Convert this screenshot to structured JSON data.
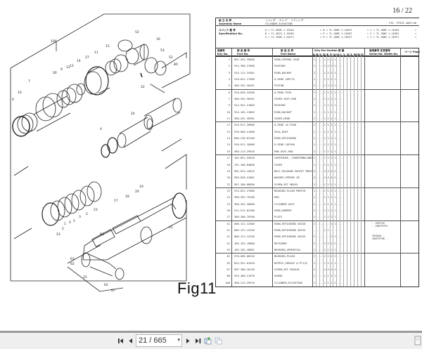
{
  "viewer": {
    "page_counter": "16 / 22",
    "figure_label": "Fig11"
  },
  "sheet_header": {
    "assembly_label_jp": "組 立 名 称",
    "assembly_label_en": "Assembly      Name",
    "assembly_name_jp": "シリンダ゛,エレベ゛ イティング゛",
    "assembly_name_en": "CYLINDER,ELEVATING",
    "fig_no": "FIG. PT591-4059-00",
    "spec_label_jp": "スペック 番 号",
    "spec_label_en": "Specification    No.",
    "spec_lines": [
      [
        "A < TL-380E-1-10181",
        "> B < TL-380F-1-10257",
        "> C < TL-380F-1-10163",
        ">"
      ],
      [
        "D < TL-381E-1-10281",
        "> E < TL-380F-1-10207",
        "> F < TL-380F-1-10361",
        ">"
      ],
      [
        "G < TL-780E-1-201F1",
        "> H < TL-380F-1-20257",
        "> I < TL-380F-1-201F1",
        ">"
      ]
    ]
  },
  "table": {
    "headers": {
      "key_no": "Key No.",
      "key_no_jp": "図番号",
      "part_no": "Part     No.",
      "part_no_jp": "部 品 番 号",
      "part_name": "Part      Name",
      "part_name_jp": "部 品 名 称",
      "qty_section": "Q'ty Per Section  数 量",
      "sections": [
        "A",
        "B",
        "C",
        "D",
        "E",
        "F",
        "G",
        "H",
        "I",
        "J",
        "K",
        "L",
        "M",
        "N",
        "O"
      ],
      "serial_no": "Serial No.  Width No.",
      "serial_no_jp": "適用番号 変更番号",
      "page": "ページ Page"
    },
    "rows": [
      {
        "key": "1",
        "part": "807-201-35040",
        "name": "RING,SPRING 5X48",
        "qty": [
          "1",
          "-",
          "-",
          "1",
          "1",
          "1",
          "1",
          "-",
          "-"
        ]
      },
      {
        "key": "2",
        "part": "914-368-27000",
        "name": "PACKING",
        "qty": [
          "1",
          "-",
          "-",
          "2",
          "2",
          "2",
          "2",
          "-",
          "-"
        ]
      },
      {
        "key": "3",
        "part": "914-112-24301",
        "name": "RING,BACKUP",
        "qty": [
          "2",
          "-",
          "-",
          "2",
          "2",
          "2",
          "2",
          "-",
          "-"
        ]
      },
      {
        "key": "4",
        "part": "910-021-17380",
        "name": "O-RING 18P175",
        "qty": [
          "1",
          "-",
          "-",
          "1",
          "1",
          "1",
          "1",
          "-",
          "-"
        ]
      },
      {
        "key": "5",
        "part": "360-201-30101",
        "name": "PISTON",
        "qty": [
          "1",
          "-",
          "-",
          "1",
          "1",
          "1",
          "1",
          "-",
          "-"
        ],
        "group_end": true
      },
      {
        "key": "6",
        "part": "910-020-25300",
        "name": "O-RING P255",
        "qty": [
          "1",
          "-",
          "-",
          "1",
          "1",
          "1",
          "1",
          "-",
          "-"
        ]
      },
      {
        "key": "7",
        "part": "360-201-30101",
        "name": "COVER ASSY,ROD",
        "qty": [
          "1",
          "-",
          "-",
          "1",
          "1",
          "1",
          "1",
          "-",
          "-"
        ]
      },
      {
        "key": "9",
        "part": "914-941-21003",
        "name": "PACKING",
        "qty": [
          "1",
          "-",
          "-",
          "1",
          "1",
          "1",
          "1",
          "-",
          "-"
        ]
      },
      {
        "key": "10",
        "part": "914-102-21003",
        "name": "RING,BACKUP",
        "qty": [
          "1",
          "-",
          "-",
          "1",
          "1",
          "1",
          "1",
          "-",
          "-"
        ]
      },
      {
        "key": "11",
        "part": "360-201-30301",
        "name": "COVER,HEAD",
        "qty": [
          "1",
          "-",
          "-",
          "1",
          "1",
          "1",
          "1",
          "-",
          "-"
        ],
        "group_end": true
      },
      {
        "key": "12",
        "part": "910-011-26000",
        "name": "O-RING 1A P260",
        "qty": [
          "1",
          "-",
          "-",
          "1",
          "1",
          "1",
          "1",
          "-",
          "-"
        ]
      },
      {
        "key": "13",
        "part": "916-600-21000",
        "name": "SEAL,DUST",
        "qty": [
          "1",
          "-",
          "-",
          "1",
          "1",
          "1",
          "1",
          "-",
          "-"
        ]
      },
      {
        "key": "14",
        "part": "806-220-02100",
        "name": "RING,RETAINING",
        "qty": [
          "1",
          "-",
          "-",
          "1",
          "1",
          "1",
          "1",
          "-",
          "-"
        ]
      },
      {
        "key": "15",
        "part": "910-011-16000",
        "name": "O-RING 1AP160",
        "qty": [
          "1",
          "-",
          "-",
          "1",
          "1",
          "1",
          "1",
          "-",
          "-"
        ]
      },
      {
        "key": "16",
        "part": "360-213-29520",
        "name": "END ASSY,ROD",
        "qty": [
          "1",
          "-",
          "-",
          "1",
          "1",
          "1",
          "1",
          "-",
          "-"
        ],
        "group_end": true
      },
      {
        "key": "17",
        "part": "162-651-53010",
        "name": "CARTRIDGE, COUNTERBALANCE",
        "qty": [
          "1",
          "-",
          "-",
          "1",
          "1",
          "1",
          "1",
          "-",
          "-"
        ]
      },
      {
        "key": "18",
        "part": "191-160-04800",
        "name": "COVER",
        "qty": [
          "1",
          "-",
          "-",
          "1",
          "1",
          "1",
          "1",
          "-",
          "-"
        ]
      },
      {
        "key": "19",
        "part": "901-015-15025",
        "name": "BOLT,HEXAGON SOCKET M8X25",
        "qty": [
          "4",
          "-",
          "-",
          "4",
          "4",
          "4",
          "4",
          "-",
          "-"
        ]
      },
      {
        "key": "20",
        "part": "903-020-41001",
        "name": "WASHER,SPRING 1M",
        "qty": [
          "4",
          "-",
          "-",
          "4",
          "4",
          "4",
          "4",
          "-",
          "-"
        ]
      },
      {
        "key": "22",
        "part": "907-200-08050",
        "name": "SCREW,SET M8X55",
        "qty": [
          "1",
          "-",
          "-",
          "1",
          "1",
          "1",
          "1",
          "-",
          "-"
        ],
        "group_end": true
      },
      {
        "key": "23",
        "part": "913-022-27000",
        "name": "BEARING,PLAIN PWP270",
        "qty": [
          "1",
          "-",
          "-",
          "1",
          "1",
          "1",
          "1",
          "-",
          "-"
        ]
      },
      {
        "key": "24",
        "part": "360-202-70100",
        "name": "ROD",
        "qty": [
          "1",
          "-",
          "-",
          "1",
          "1",
          "1",
          "1",
          "-",
          "-"
        ]
      },
      {
        "key": "25",
        "part": "360-201-30600",
        "name": "CYLINDER ASSY",
        "qty": [
          "1",
          "-",
          "-",
          "1",
          "1",
          "1",
          "1",
          "-",
          "-"
        ]
      },
      {
        "key": "26",
        "part": "912-511-02100",
        "name": "RING,DAMPER",
        "qty": [
          "1",
          "-",
          "-",
          "1",
          "1",
          "1",
          "1",
          "-",
          "-"
        ]
      },
      {
        "key": "27",
        "part": "360-200-70700",
        "name": "PLATE",
        "qty": [
          "1",
          "-",
          "-",
          "1",
          "1",
          "1",
          "1",
          "-",
          "-"
        ],
        "group_end": true
      },
      {
        "key": "41",
        "part": "806-121-12300",
        "name": "RING,RETAINING AR220",
        "qty": [
          "1",
          "-",
          "-",
          "-",
          "-",
          "1",
          "1",
          "-",
          "-"
        ],
        "serial": "- 335744\n- 20079791"
      },
      {
        "key": "41",
        "part": "806-121-12250",
        "name": "RING,RETAINING AR225",
        "qty": [
          "-",
          "-",
          "-",
          "1",
          "1",
          "-",
          "-",
          "-",
          "-"
        ]
      },
      {
        "key": "41",
        "part": "806-121-12250",
        "name": "RING,RETAINING AR225",
        "qty": [
          "1",
          "-",
          "-",
          "-",
          "-",
          "1",
          "1",
          "-",
          "-"
        ],
        "serial": "335045 -\n20079790 -"
      },
      {
        "key": "52",
        "part": "165-162-16800",
        "name": "RETAINER",
        "qty": [
          "2",
          "-",
          "-",
          "2",
          "2",
          "2",
          "2",
          "-",
          "-"
        ]
      },
      {
        "key": "53",
        "part": "165-162-18801",
        "name": "BEARING,SPHERICAL",
        "qty": [
          "1",
          "-",
          "-",
          "1",
          "1",
          "1",
          "1",
          "-",
          "-"
        ],
        "group_end": true
      },
      {
        "key": "62",
        "part": "570-006-00220",
        "name": "BEARING,PLAIN",
        "qty": [
          "2",
          "-",
          "-",
          "2",
          "2",
          "2",
          "2",
          "-",
          "-"
        ]
      },
      {
        "key": "63",
        "part": "824-551-01010",
        "name": "NIPPLE,GREASE A-PT1/8",
        "qty": [
          "1",
          "-",
          "-",
          "1",
          "1",
          "1",
          "1",
          "-",
          "-"
        ]
      },
      {
        "key": "67",
        "part": "907-300-16140",
        "name": "SCREW,SET M10X16",
        "qty": [
          "4",
          "-",
          "-",
          "4",
          "4",
          "4",
          "4",
          "-",
          "-"
        ]
      },
      {
        "key": "80",
        "part": "553-400-21070",
        "name": "GUARD",
        "qty": [
          "1",
          "-",
          "-",
          "1",
          "1",
          "1",
          "1",
          "-",
          "-"
        ]
      },
      {
        "key": "100",
        "part": "360-213-29510",
        "name": "CYLINDER,ELEVATING",
        "qty": [
          "1",
          "-",
          "-",
          "1",
          "1",
          "1",
          "1",
          "-",
          "-"
        ]
      }
    ]
  },
  "toolbar": {
    "first_page_icon": "first-page",
    "prev_page_icon": "prev-page",
    "page_value": "21 / 665",
    "next_page_icon": "next-page",
    "last_page_icon": "last-page",
    "copy_icon": "copy",
    "paste_icon": "paste",
    "layout_icon": "single-page-layout"
  }
}
